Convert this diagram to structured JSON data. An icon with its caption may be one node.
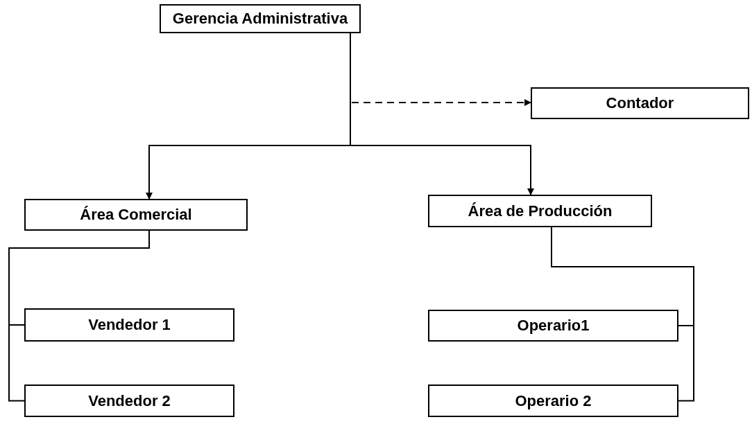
{
  "diagram": {
    "nodes": [
      {
        "text": [
          "Gerencia Administrativa"
        ]
      },
      {
        "text": [
          "Contador"
        ]
      },
      {
        "text": [
          "Área Comercial"
        ]
      },
      {
        "text": [
          "Área de Producción"
        ]
      },
      {
        "text": [
          "Vendedor 1"
        ]
      },
      {
        "text": [
          "Vendedor 2"
        ]
      },
      {
        "text": [
          "Operario1"
        ]
      },
      {
        "text": [
          "Operario 2"
        ]
      }
    ],
    "edges": [
      {
        "from": 0,
        "to": 1,
        "arrow": "to",
        "style": "dashed"
      },
      {
        "from": 0,
        "to": 2,
        "arrow": "to"
      },
      {
        "from": 0,
        "to": 3,
        "arrow": "to"
      },
      {
        "from": 2,
        "to": 4,
        "arrow": "none"
      },
      {
        "from": 2,
        "to": 5,
        "arrow": "none"
      },
      {
        "from": 3,
        "to": 6,
        "arrow": "none"
      },
      {
        "from": 3,
        "to": 7,
        "arrow": "none"
      }
    ]
  }
}
